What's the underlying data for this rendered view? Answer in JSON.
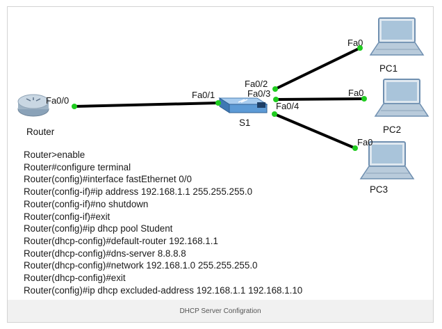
{
  "devices": {
    "router": {
      "label": "Router",
      "port": "Fa0/0"
    },
    "switch": {
      "label": "S1",
      "ports": [
        "Fa0/1",
        "Fa0/2",
        "Fa0/3",
        "Fa0/4"
      ]
    },
    "pcs": [
      {
        "label": "PC1",
        "port": "Fa0"
      },
      {
        "label": "PC2",
        "port": "Fa0"
      },
      {
        "label": "PC3",
        "port": "Fa0"
      }
    ]
  },
  "colors": {
    "link": "#000000",
    "link_up": "#1fcc1f",
    "switch_body": "#5d9bd6",
    "pc_frame": "#6f8fb0",
    "pc_screen": "#a9c4da"
  },
  "cli": {
    "lines": [
      "Router>enable",
      "Router#configure terminal",
      "Router(config)#interface fastEthernet 0/0",
      "Router(config-if)#ip address 192.168.1.1 255.255.255.0",
      "Router(config-if)#no shutdown",
      "Router(config-if)#exit",
      "Router(config)#ip dhcp pool Student",
      "Router(dhcp-config)#default-router 192.168.1.1",
      "Router(dhcp-config)#dns-server 8.8.8.8",
      "Router(dhcp-config)#network 192.168.1.0 255.255.255.0",
      "Router(dhcp-config)#exit",
      "Router(config)#ip dhcp excluded-address 192.168.1.1 192.168.1.10"
    ]
  },
  "caption": "DHCP Server Configration"
}
